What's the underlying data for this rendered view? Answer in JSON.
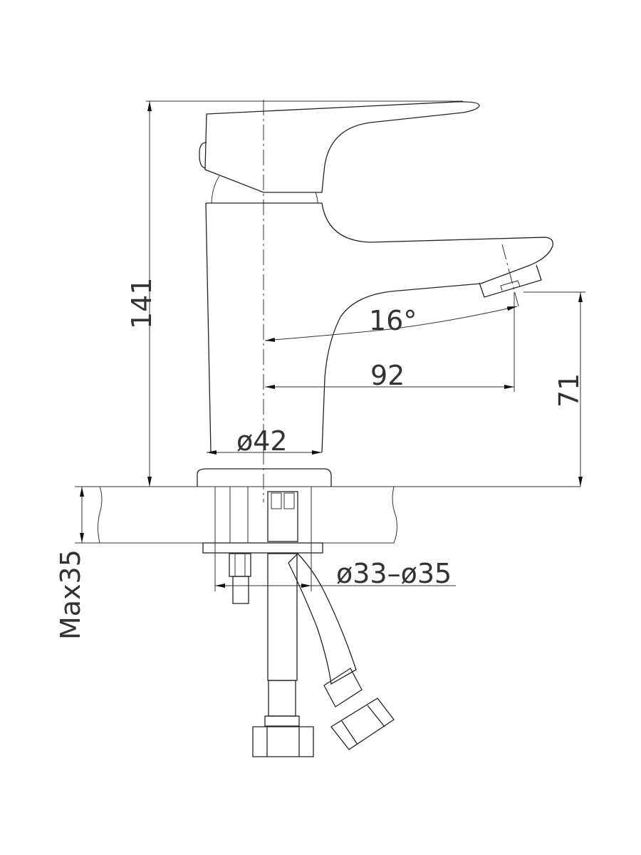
{
  "drawing": {
    "title": "Basin faucet dimensional drawing",
    "dimensions": {
      "height_total": "141",
      "spout_height": "71",
      "spout_reach": "92",
      "spout_angle": "16°",
      "body_diameter": "ø42",
      "hole_diameter": "ø33–ø35",
      "countertop_max": "Max35"
    },
    "line_color": "#222222",
    "background_color": "#ffffff"
  }
}
